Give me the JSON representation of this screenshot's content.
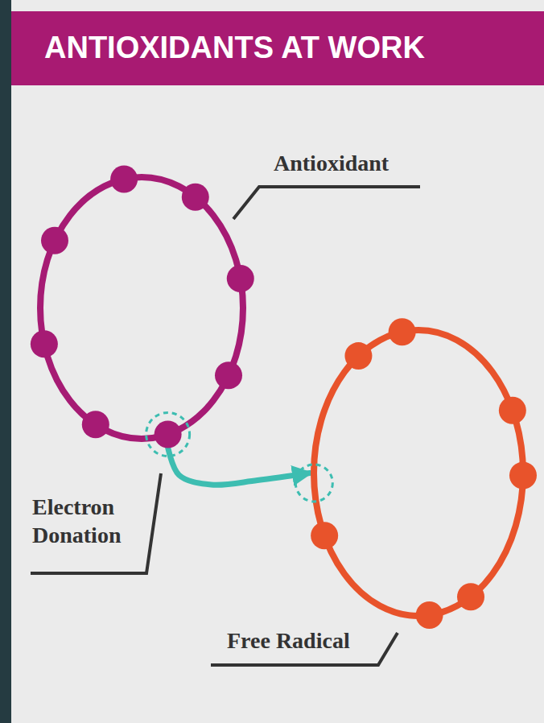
{
  "diagram": {
    "title": "ANTIOXIDANTS AT WORK",
    "nodes": [
      {
        "text": [
          "Antioxidant"
        ]
      },
      {
        "text": [
          "Free Radical"
        ]
      }
    ],
    "edges": [
      {
        "from": 0,
        "to": 1,
        "arrow": "to"
      }
    ],
    "labels": [
      "Electron Donation"
    ]
  }
}
